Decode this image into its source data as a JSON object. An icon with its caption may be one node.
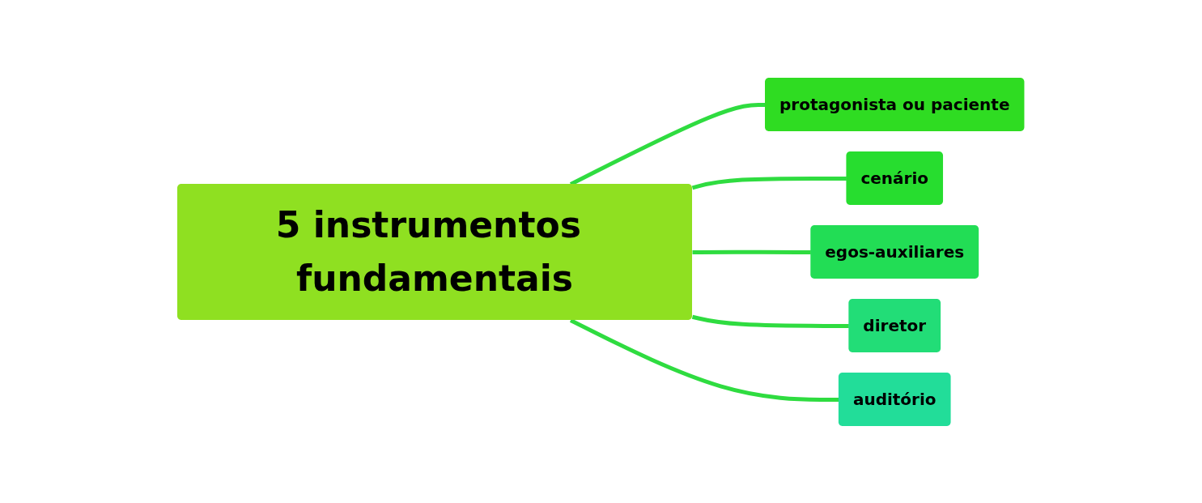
{
  "diagram": {
    "nodes": [
      {
        "text": [
          "5 instrumentos fundamentais"
        ]
      },
      {
        "text": [
          "protagonista ou paciente"
        ]
      },
      {
        "text": [
          "cenário"
        ]
      },
      {
        "text": [
          "egos-auxiliares"
        ]
      },
      {
        "text": [
          "diretor"
        ]
      },
      {
        "text": [
          "auditório"
        ]
      }
    ],
    "edges": [
      {
        "from": 0,
        "to": 1,
        "arrow": "none"
      },
      {
        "from": 0,
        "to": 2,
        "arrow": "none"
      },
      {
        "from": 0,
        "to": 3,
        "arrow": "none"
      },
      {
        "from": 0,
        "to": 4,
        "arrow": "none"
      },
      {
        "from": 0,
        "to": 5,
        "arrow": "none"
      }
    ]
  }
}
